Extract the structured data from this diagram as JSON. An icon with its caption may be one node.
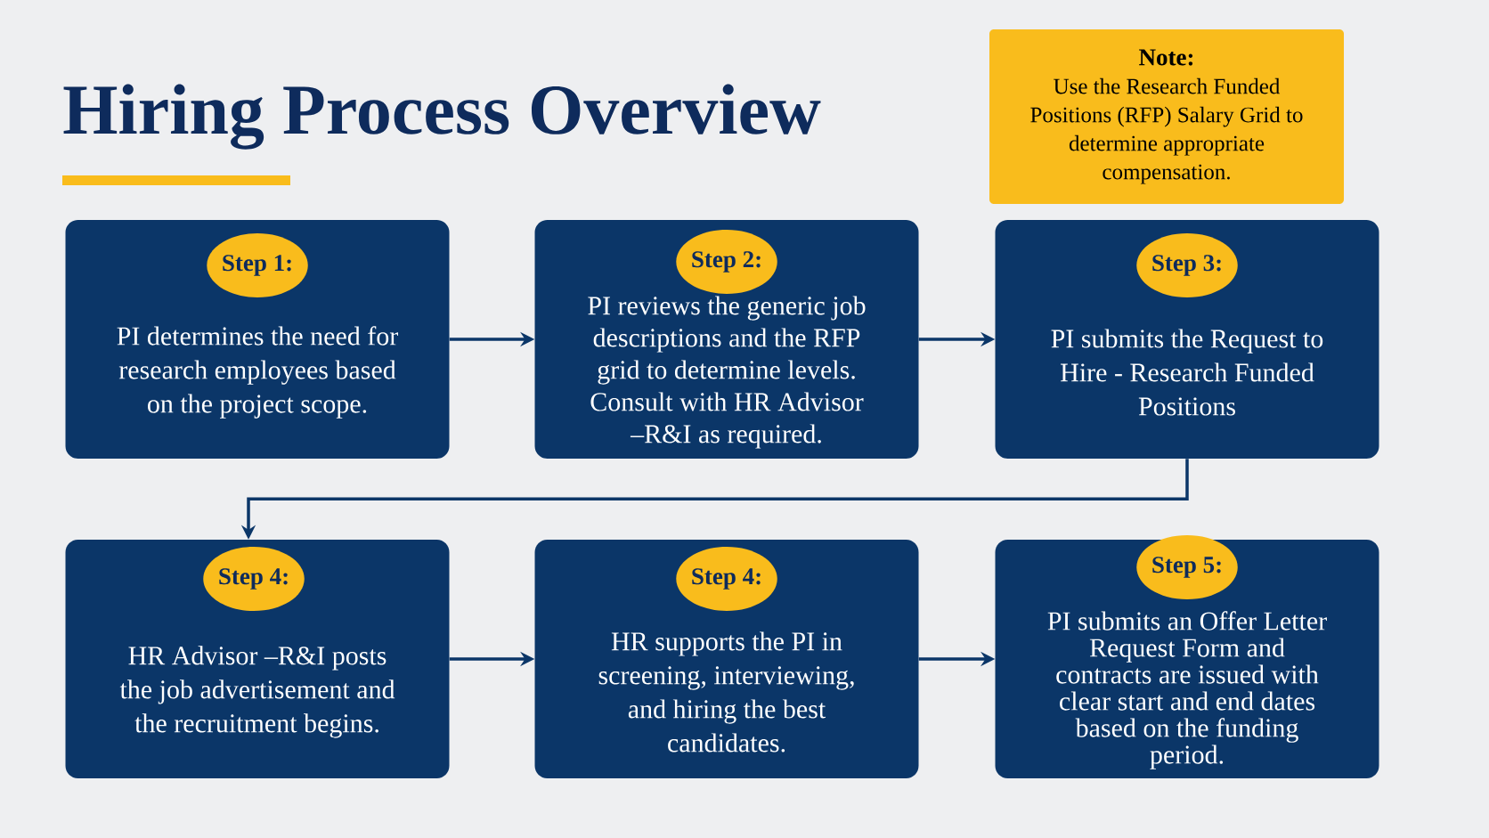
{
  "diagram": {
    "title": "Hiring Process Overview",
    "nodes": [
      {
        "text": [
          "Note:",
          "Use the Research Funded Positions (RFP) Salary Grid to determine appropriate compensation."
        ]
      },
      {
        "text": [
          "PI determines the need for research employees based on the project scope."
        ]
      },
      {
        "text": [
          "Step 1:"
        ],
        "in": 1
      },
      {
        "text": [
          "PI reviews the generic job descriptions and the RFP grid to determine levels. Consult with HR Advisor –R&I as required."
        ]
      },
      {
        "text": [
          "Step 2:"
        ],
        "in": 3
      },
      {
        "text": [
          "PI submits the Request to Hire - Research Funded Positions"
        ]
      },
      {
        "text": [
          "Step 3:"
        ],
        "in": 5
      },
      {
        "text": [
          "HR Advisor –R&I posts the job advertisement and the recruitment begins."
        ]
      },
      {
        "text": [
          "Step 4:"
        ],
        "in": 7
      },
      {
        "text": [
          "HR supports the PI in screening, interviewing, and hiring the best candidates."
        ]
      },
      {
        "text": [
          "Step 4:"
        ],
        "in": 9
      },
      {
        "text": [
          "PI submits an Offer Letter Request Form and contracts are issued with clear start and end dates based on the funding period."
        ]
      },
      {
        "text": [
          "Step 5:"
        ],
        "in": 11
      }
    ],
    "edges": [
      {
        "from": 1,
        "to": 3,
        "arrow": "to"
      },
      {
        "from": 3,
        "to": 5,
        "arrow": "to"
      },
      {
        "from": 5,
        "to": 7,
        "arrow": "to"
      },
      {
        "from": 7,
        "to": 9,
        "arrow": "to"
      },
      {
        "from": 9,
        "to": 11,
        "arrow": "to"
      }
    ]
  }
}
